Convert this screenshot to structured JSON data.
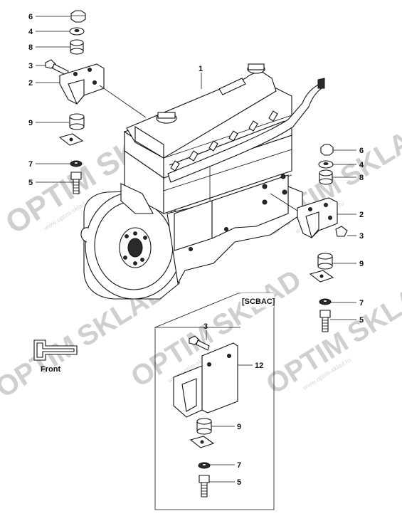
{
  "watermark": {
    "word_a": "OPTIM",
    "word_b": "SKLAD",
    "url": "www.optim-sklad.ru"
  },
  "callouts": {
    "engine": "1",
    "bracket": "2",
    "bolt": "3",
    "washer": "4",
    "hex_bolt": "5",
    "nut": "6",
    "lock_washer": "7",
    "spacer": "8",
    "rubber_mount": "9",
    "plate_bracket": "12"
  },
  "inset": {
    "title": "[SCBAC]"
  },
  "direction": {
    "label": "Front"
  }
}
